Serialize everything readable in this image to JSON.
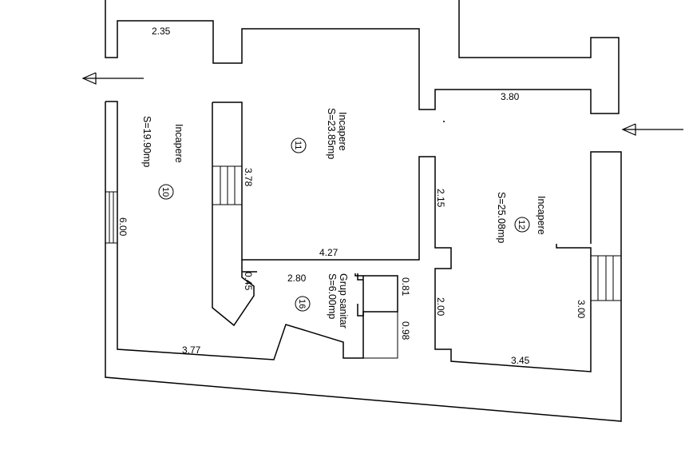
{
  "rooms": [
    {
      "id": "room-10",
      "name": "Incapere",
      "area": "S=19.90mp",
      "number": "10"
    },
    {
      "id": "room-11",
      "name": "Incapere",
      "area": "S=23.85mp",
      "number": "11"
    },
    {
      "id": "room-12",
      "name": "Incapere",
      "area": "S=25.08mp",
      "number": "12"
    },
    {
      "id": "room-16",
      "name": "Grup sanitar",
      "area": "S=6.00mp",
      "number": "16"
    }
  ],
  "dimensions": {
    "d_2_35": "2.35",
    "d_3_80": "3.80",
    "d_3_78": "3.78",
    "d_6_00": "6.00",
    "d_4_27": "4.27",
    "d_2_15": "2.15",
    "d_0_45": "0.45",
    "d_2_80": "2.80",
    "d_0_81": "0.81",
    "d_0_98": "0.98",
    "d_2_00": "2.00",
    "d_3_00": "3.00",
    "d_3_77": "3.77",
    "d_3_45": "3.45"
  }
}
